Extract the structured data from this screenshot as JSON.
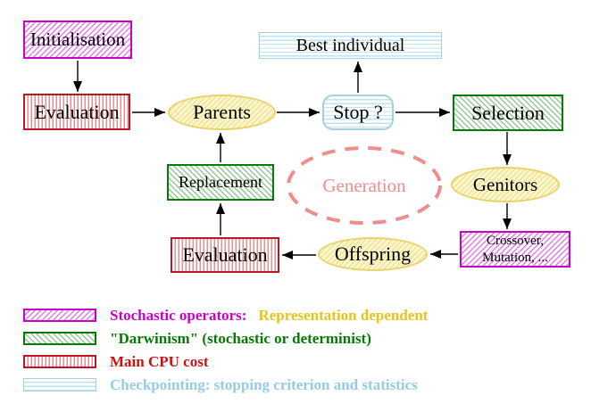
{
  "diagram": {
    "nodes": {
      "initialisation": {
        "label": "Initialisation"
      },
      "evaluation_top": {
        "label": "Evaluation"
      },
      "best_individual": {
        "label": "Best individual"
      },
      "parents": {
        "label": "Parents"
      },
      "stop": {
        "label": "Stop ?"
      },
      "selection": {
        "label": "Selection"
      },
      "genitors": {
        "label": "Genitors"
      },
      "replacement": {
        "label": "Replacement"
      },
      "evaluation_bottom": {
        "label": "Evaluation"
      },
      "offspring": {
        "label": "Offspring"
      },
      "crossover_mutation": {
        "line1": "Crossover,",
        "line2": "Mutation, ..."
      },
      "generation": {
        "label": "Generation"
      }
    },
    "legend": {
      "items": [
        {
          "pattern": "magenta-diagonal-hatch",
          "text": "Stochastic operators:",
          "text2": "Representation dependent"
        },
        {
          "pattern": "green-diagonal-hatch",
          "text": "\"Darwinism\" (stochastic or determinist)"
        },
        {
          "pattern": "red-vertical-hatch",
          "text": "Main CPU cost"
        },
        {
          "pattern": "cyan-horizontal-hatch",
          "text": "Checkpointing: stopping criterion and statistics"
        }
      ]
    },
    "colors": {
      "magenta_border": "#c505c5",
      "green_border": "#057a05",
      "red_border": "#bd1626",
      "cyan_border": "#a5cfe0",
      "yellow_border": "#e7d369",
      "salmon": "#ef8c8c",
      "legend_magenta_text": "#cc00cc",
      "legend_gold_text": "#e8c414",
      "legend_green_text": "#057a05",
      "legend_red_text": "#cc1111",
      "legend_cyan_text": "#96cbe4"
    }
  }
}
